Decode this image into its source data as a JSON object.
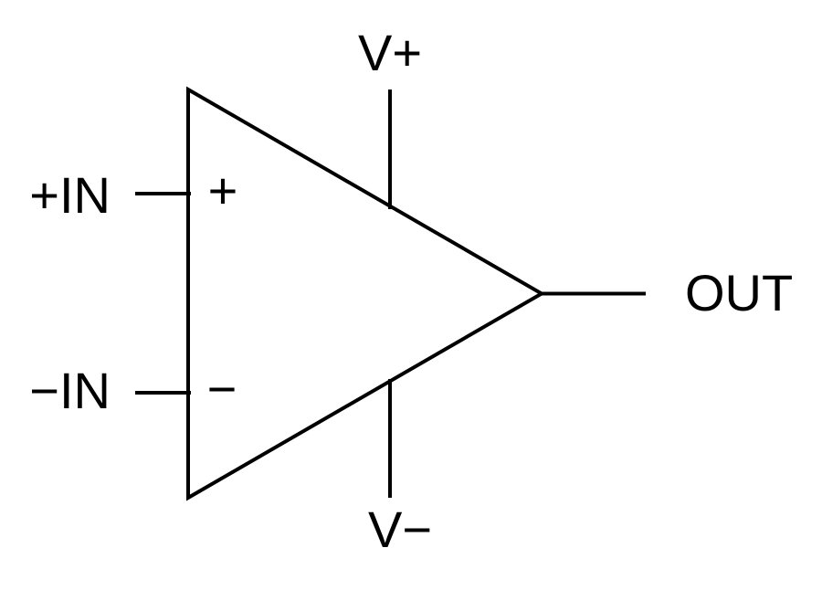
{
  "diagram": {
    "labels": {
      "noninverting_input": "+IN",
      "inverting_input": "−IN",
      "positive_supply": "V+",
      "negative_supply": "V−",
      "output": "OUT",
      "noninverting_mark": "+",
      "inverting_mark": "−"
    },
    "colors": {
      "line": "#000000",
      "text": "#000000",
      "background": "#ffffff"
    }
  }
}
